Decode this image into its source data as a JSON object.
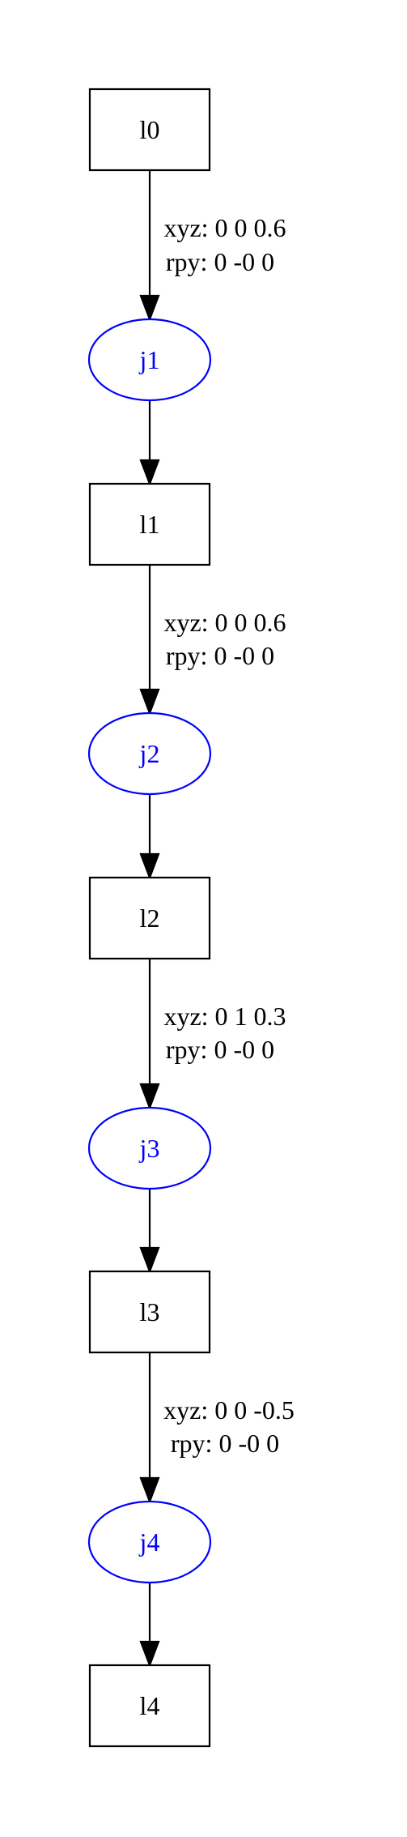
{
  "links": [
    {
      "id": "l0",
      "label": "l0"
    },
    {
      "id": "l1",
      "label": "l1"
    },
    {
      "id": "l2",
      "label": "l2"
    },
    {
      "id": "l3",
      "label": "l3"
    },
    {
      "id": "l4",
      "label": "l4"
    }
  ],
  "joints": [
    {
      "id": "j1",
      "label": "j1",
      "parent": "l0",
      "child": "l1",
      "xyz": "xyz: 0 0 0.6",
      "rpy": "rpy: 0 -0 0"
    },
    {
      "id": "j2",
      "label": "j2",
      "parent": "l1",
      "child": "l2",
      "xyz": "xyz: 0 0 0.6",
      "rpy": "rpy: 0 -0 0"
    },
    {
      "id": "j3",
      "label": "j3",
      "parent": "l2",
      "child": "l3",
      "xyz": "xyz: 0 1 0.3",
      "rpy": "rpy: 0 -0 0"
    },
    {
      "id": "j4",
      "label": "j4",
      "parent": "l3",
      "child": "l4",
      "xyz": "xyz: 0 0 -0.5",
      "rpy": "rpy: 0 -0 0"
    }
  ],
  "colors": {
    "link_stroke": "#000000",
    "joint_stroke": "#0000ff",
    "edge": "#000000"
  }
}
